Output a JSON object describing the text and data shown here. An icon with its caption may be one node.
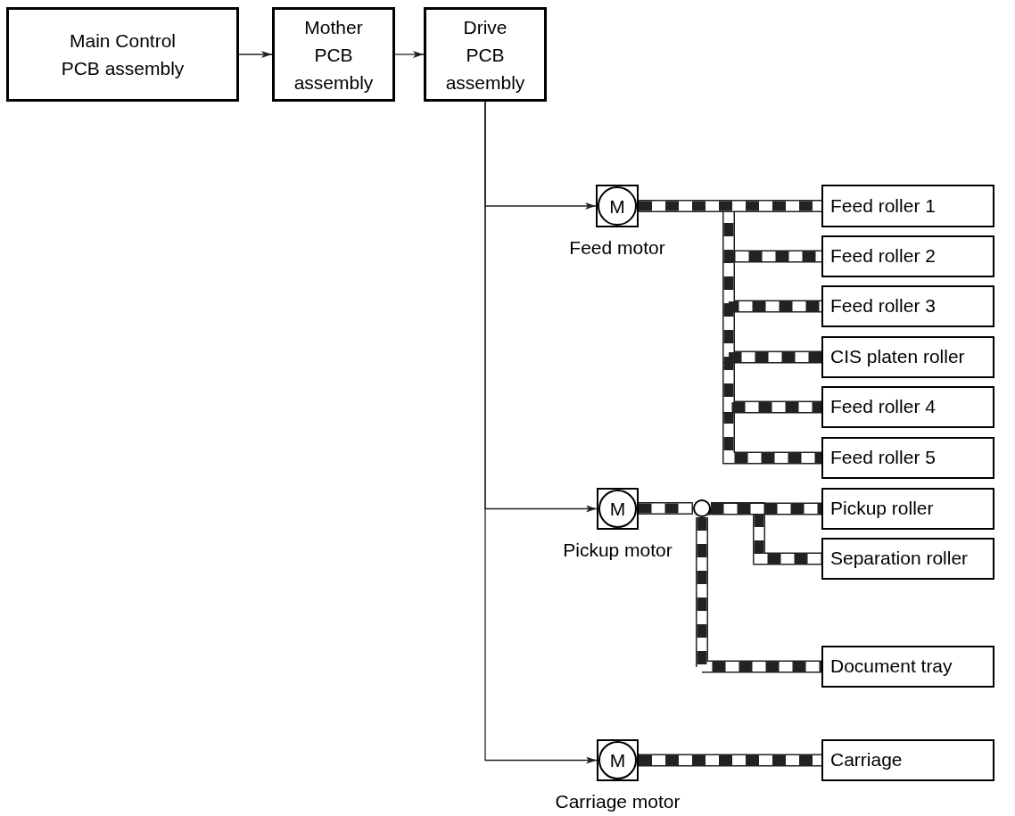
{
  "diagram": {
    "nodes": [
      {
        "text": [
          "Main Control PCB assembly"
        ]
      },
      {
        "text": [
          "Mother PCB assembly"
        ]
      },
      {
        "text": [
          "Drive PCB assembly"
        ]
      },
      {
        "text": [
          "M"
        ],
        "beside": [
          "Feed motor"
        ]
      },
      {
        "text": [
          "Feed roller 1"
        ]
      },
      {
        "text": [
          "Feed roller 2"
        ]
      },
      {
        "text": [
          "Feed roller 3"
        ]
      },
      {
        "text": [
          "CIS platen roller"
        ]
      },
      {
        "text": [
          "Feed roller 4"
        ]
      },
      {
        "text": [
          "Feed roller 5"
        ]
      },
      {
        "text": [
          "M"
        ],
        "beside": [
          "Pickup motor"
        ]
      },
      {
        "text": [],
        "shape": "circle"
      },
      {
        "text": [
          "Pickup roller"
        ]
      },
      {
        "text": [
          "Separation roller"
        ]
      },
      {
        "text": [
          "Document tray"
        ]
      },
      {
        "text": [
          "M"
        ],
        "beside": [
          "Carriage motor"
        ]
      },
      {
        "text": [
          "Carriage"
        ]
      }
    ],
    "edges": [
      {
        "from": 0,
        "to": 1,
        "arrow": "to"
      },
      {
        "from": 1,
        "to": 2,
        "arrow": "to"
      },
      {
        "from": 2,
        "to": 3,
        "arrow": "to"
      },
      {
        "from": 2,
        "to": 10,
        "arrow": "to"
      },
      {
        "from": 2,
        "to": 15,
        "arrow": "to"
      },
      {
        "from": 3,
        "to": 4,
        "arrow": "none"
      },
      {
        "from": 3,
        "to": 5,
        "arrow": "none"
      },
      {
        "from": 3,
        "to": 6,
        "arrow": "none"
      },
      {
        "from": 3,
        "to": 7,
        "arrow": "none"
      },
      {
        "from": 3,
        "to": 8,
        "arrow": "none"
      },
      {
        "from": 3,
        "to": 9,
        "arrow": "none"
      },
      {
        "from": 10,
        "to": 11,
        "arrow": "none"
      },
      {
        "from": 11,
        "to": 12,
        "arrow": "none"
      },
      {
        "from": 11,
        "to": 13,
        "arrow": "none"
      },
      {
        "from": 11,
        "to": 14,
        "arrow": "none"
      },
      {
        "from": 15,
        "to": 16,
        "arrow": "none"
      }
    ]
  }
}
